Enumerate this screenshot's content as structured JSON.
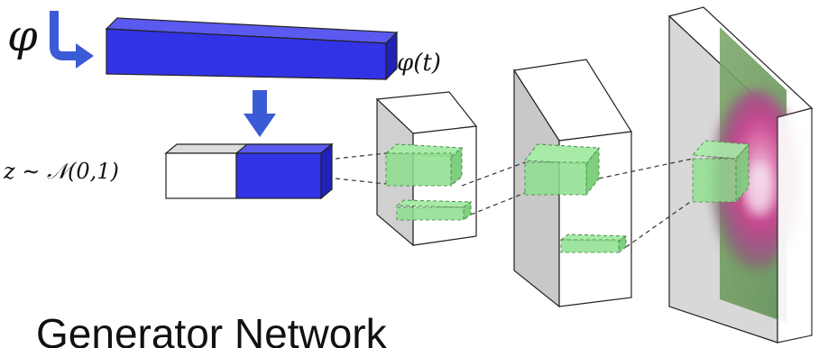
{
  "phi_symbol": "φ",
  "phi_t_label": "φ(t)",
  "z_label": "z ∼ 𝒩(0,1)",
  "title": "Generator Network",
  "colors": {
    "embedding_blue": "#3333e6",
    "embedding_blue_side": "#2222b8",
    "embedding_blue_top": "#5a5af0",
    "arrow_blue": "#3b5bd6",
    "feature_green": "#8ee08e",
    "layer_gray": "#cfcfcf",
    "layer_white": "#ffffff",
    "outline": "#222222"
  },
  "icons": [
    "curved-arrow-icon",
    "down-arrow-icon",
    "flower-image-icon"
  ]
}
